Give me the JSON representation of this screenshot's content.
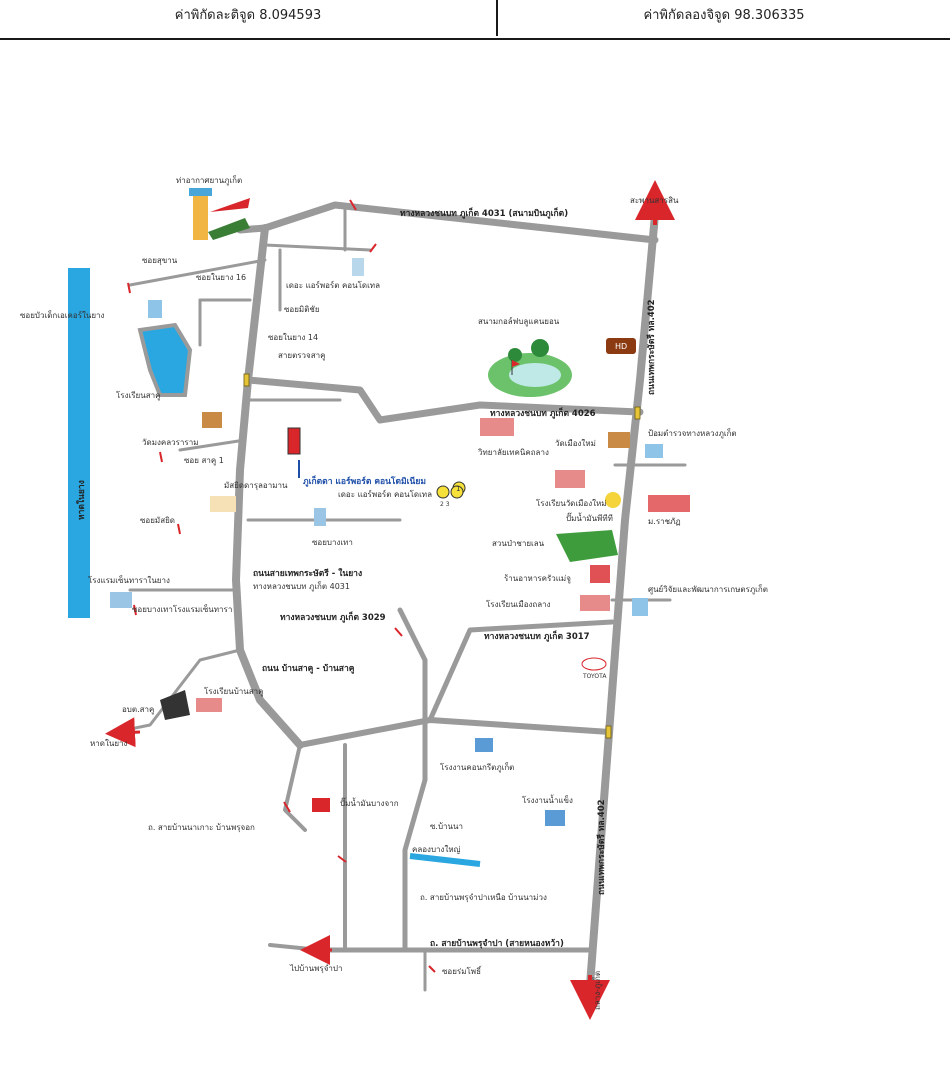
{
  "header": {
    "latitude": "ค่าพิกัดละติจูด 8.094593",
    "longitude": "ค่าพิกัดลองจิจูด 98.306335"
  },
  "map": {
    "roads": {
      "hwy_4031_airport": "ทางหลวงชนบท ภูเก็ต 4031 (สนามบินภูเก็ต)",
      "hwy_4026": "ทางหลวงชนบท ภูเก็ต 4026",
      "hwy_402_upper": "ถนนเทพกระษัตรี ทล.402",
      "hwy_402_lower": "ถนนเทพกระษัตรี ทล.402",
      "thepkrasattri_naiyang": "ถนนสายเทพกระษัตรี - ในยาง",
      "hwy_4031": "ทางหลวงชนบท ภูเก็ต 4031",
      "hwy_3029": "ทางหลวงชนบท ภูเก็ต 3029",
      "hwy_3017": "ทางหลวงชนบท ภูเก็ต 3017",
      "ban_sakhu_road": "ถนน บ้านสาคู - บ้านสาคู",
      "ban_na_ko_road": "ถ. สายบ้านนาเกาะ บ้านพรุจอก",
      "ban_phru_champa_north": "ถ. สายบ้านพรุจำปาเหนือ บ้านนาม่วง",
      "ban_phru_champa": "ถ. สายบ้านพรุจำปา (สายหนองหว้า)"
    },
    "places": {
      "airport": "ท่าอากาศยานภูเก็ต",
      "airport_exit": "สะพานสารสิน",
      "naiyang_beach": "หาดในยาง",
      "soi_1": "ซอยสุขาน",
      "soi_2": "ซอยในยาง 16",
      "hotel_left": "ซอยบัวเด็กเอเคอร์ในยาง",
      "soi_naiyang_14": "ซอยในยาง 14",
      "soi_top": "ซอยมิติชัย",
      "condo_top": "เดอะ แอร์พอร์ต คอนโดเทล",
      "golf": "สนามกอล์ฟบลูแคนยอน",
      "police": "สายตรวจสาคู",
      "school_left": "โรงเรียนสาคู",
      "temple": "วัดมงคลวราราม",
      "soi_thai": "ซอย สาคู 1",
      "university": "วิทยาลัยเทคนิคถลาง",
      "project": "ภูเก็ตตา แอร์พอร์ต คอนโดมิเนียม",
      "project_no": "1",
      "landmark_2": "เดอะ แอร์พอร์ต คอนโดเทล",
      "landmark_nums": "2 3",
      "mosque": "มัสยิดดารุลอามาน",
      "soi_mosque": "ซอยมัสยิด",
      "soi_condo": "ซอยบางเทา",
      "wat_muang": "วัดเมืองใหม่",
      "bigc_area": "ป้อมตำรวจทางหลวงภูเก็ต",
      "school_right": "โรงเรียนวัดเมืองใหม่",
      "gas_station": "ปั๊มน้ำมันพีทีที",
      "market": "ม.ราชภัฏ",
      "park": "สวนป่าชายเลน",
      "restaurant": "ร้านอาหารครัวแม่จู",
      "school_thalang": "โรงเรียนเมืองถลาง",
      "hospital": "ศูนย์วิจัยและพัฒนาการเกษตรภูเก็ต",
      "hotel_lower_left": "โรงแรมเซ็นทาราในยาง",
      "soi_hotel": "ซอยบางเทาโรงแรมเซ็นทารา",
      "school_sakhu": "โรงเรียนบ้านสาคู",
      "garuda": "อบต.สาคู",
      "naiyang_exit": "หาดในยาง",
      "factory": "โรงงานคอนกรีตภูเก็ต",
      "factory_right": "โรงงานน้ำแข็ง",
      "lake": "คลองบางใหญ่",
      "gas_lower": "ปั๊มน้ำมันบางจาก",
      "soi_lower": "ซ.บ้านนา",
      "exit_bottom_left": "ไปบ้านพรุจำปา",
      "soi_bottom": "ซอยร่มโพธิ์",
      "exit_bottom": "ถลาง-ภูเก็ต",
      "toyota": "TOYOTA",
      "harley": "HD"
    }
  }
}
